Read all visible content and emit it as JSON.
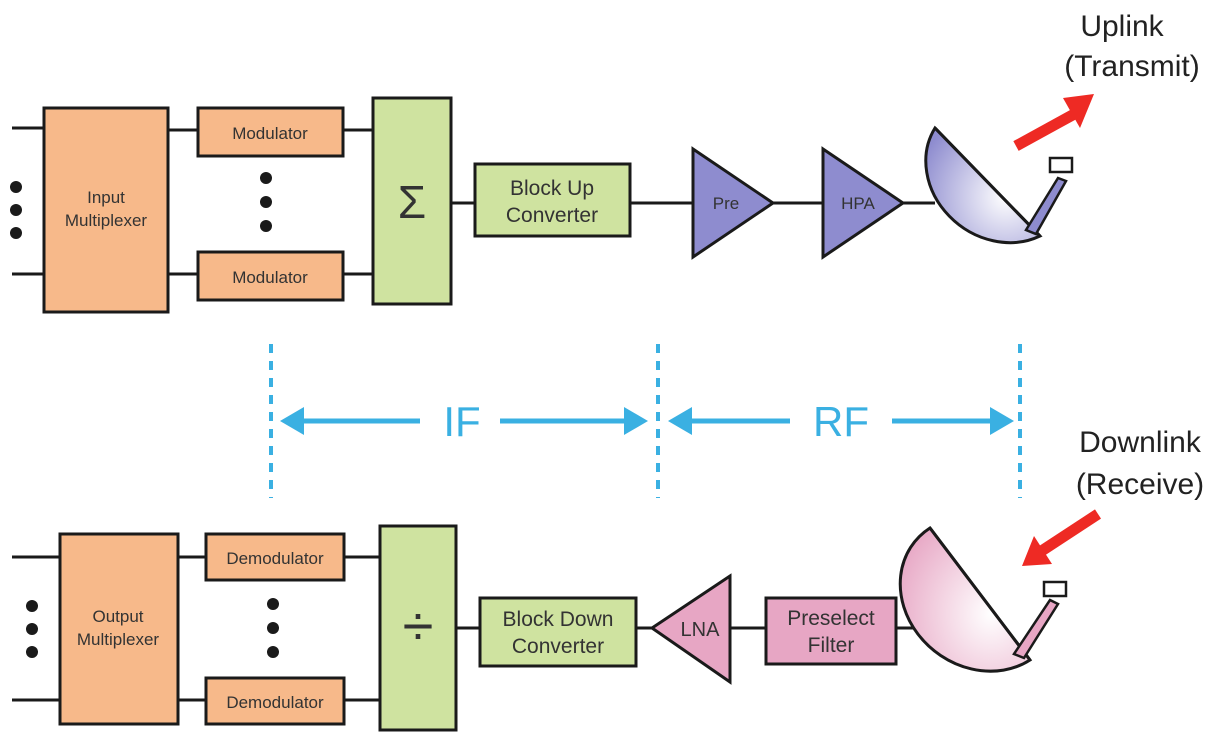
{
  "colors": {
    "orange": "#f7b98a",
    "green": "#cfe3a0",
    "purple": "#8e8ccf",
    "pink": "#e7a6c4",
    "blue": "#3ab0e2",
    "red": "#ee2a24"
  },
  "uplink": {
    "mux_line1": "Input",
    "mux_line2": "Multiplexer",
    "modulator_top": "Modulator",
    "modulator_bottom": "Modulator",
    "sum_symbol": "Σ",
    "converter_line1": "Block Up",
    "converter_line2": "Converter",
    "pre_amp": "Pre",
    "hpa": "HPA",
    "title_line1": "Uplink",
    "title_line2": "(Transmit)"
  },
  "downlink": {
    "mux_line1": "Output",
    "mux_line2": "Multiplexer",
    "demodulator_top": "Demodulator",
    "demodulator_bottom": "Demodulator",
    "divide_symbol": "÷",
    "converter_line1": "Block Down",
    "converter_line2": "Converter",
    "lna": "LNA",
    "filter_line1": "Preselect",
    "filter_line2": "Filter",
    "title_line1": "Downlink",
    "title_line2": "(Receive)"
  },
  "bands": {
    "if_label": "IF",
    "rf_label": "RF"
  }
}
